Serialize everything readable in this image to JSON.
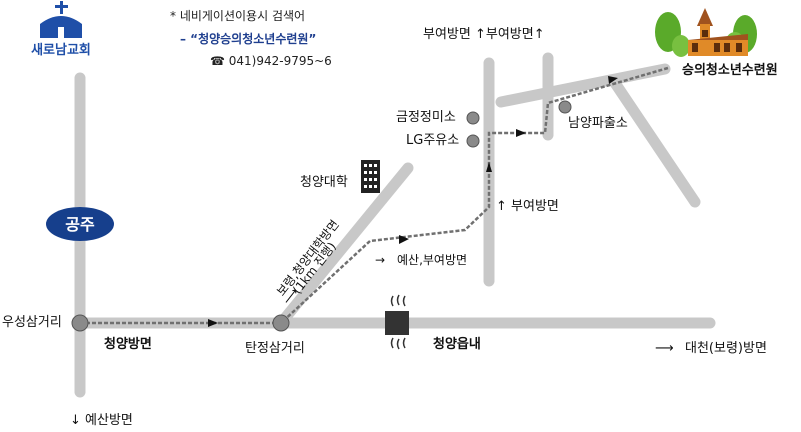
{
  "logo": {
    "name": "새로남교회"
  },
  "info": {
    "note_line": "* 네비게이션이용시 검색어",
    "search_term": "– “청양승의청소년수련원”",
    "phone": "☎ 041)942-9795~6"
  },
  "places": {
    "gongju": "공주",
    "useong": "우성삼거리",
    "cheongyang_dir": "청양방면",
    "yesan_dir_bottom": "↓ 예산방면",
    "tanjeong": "탄정삼거리",
    "cheongyang_town": "청양읍내",
    "daecheon_dir": "대천(보령)방면",
    "college": "청양대학",
    "route_label_1": "보령,청양대학방면",
    "route_label_2": "(1km 진행)",
    "yesan_buyeo": "예산,부여방면",
    "buyeo_mid": "부여방면",
    "buyeo_top_1": "부여방면",
    "buyeo_top_2": "부여방면",
    "geumjeong": "금정정미소",
    "lg": "LG주유소",
    "namyang": "남양파출소",
    "destination": "승의청소년수련원"
  },
  "colors": {
    "road": "#c8c8c8",
    "route": "#707070",
    "node": "#8a8a8a",
    "logo_blue": "#1f4fa8",
    "badge": "#163f8c",
    "church_roof": "#a0521e",
    "church_wall": "#e08a28",
    "tree": "#5aaa2a"
  }
}
